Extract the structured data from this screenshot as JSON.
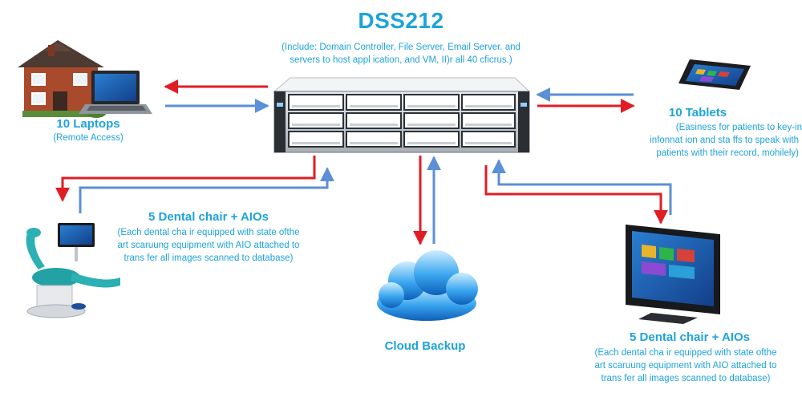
{
  "server": {
    "title": "DSS212",
    "description_line1": "(Include: Domain Controller, File Server, Email Server. and",
    "description_line2": "servers to host appl ication, and VM, II)r all 40 cficrus.)"
  },
  "laptops": {
    "label": "10 Laptops",
    "note": "(Remote Access)"
  },
  "tablets": {
    "label": "10 Tablets",
    "note_line1": "(Easiness for patients to key-in",
    "note_line2": "infonnat ion and sta ffs to speak with",
    "note_line3": "patients with their record, mohilely)"
  },
  "dental_left": {
    "label": "5 Dental chair + AIOs",
    "note_line1": "(Each dental cha ir equipped with state ofthe",
    "note_line2": "art scaruung equipment with AIO attached to",
    "note_line3": "trans fer all images scanned to database)"
  },
  "dental_right": {
    "label": "5 Dental chair + AIOs",
    "note_line1": "(Each dental cha ir equipped with state ofthe",
    "note_line2": "art scaruung equipment with AIO attached to",
    "note_line3": "trans fer all images scanned to database)"
  },
  "cloud": {
    "label": "Cloud Backup"
  },
  "colors": {
    "text": "#1ea3dc",
    "arrow_red": "#e01d25",
    "arrow_blue": "#5b8fd6"
  },
  "icons": [
    "server-rack-icon",
    "house-icon",
    "laptop-icon",
    "tablet-icon",
    "dental-chair-icon",
    "all-in-one-pc-icon",
    "cloud-icon"
  ]
}
